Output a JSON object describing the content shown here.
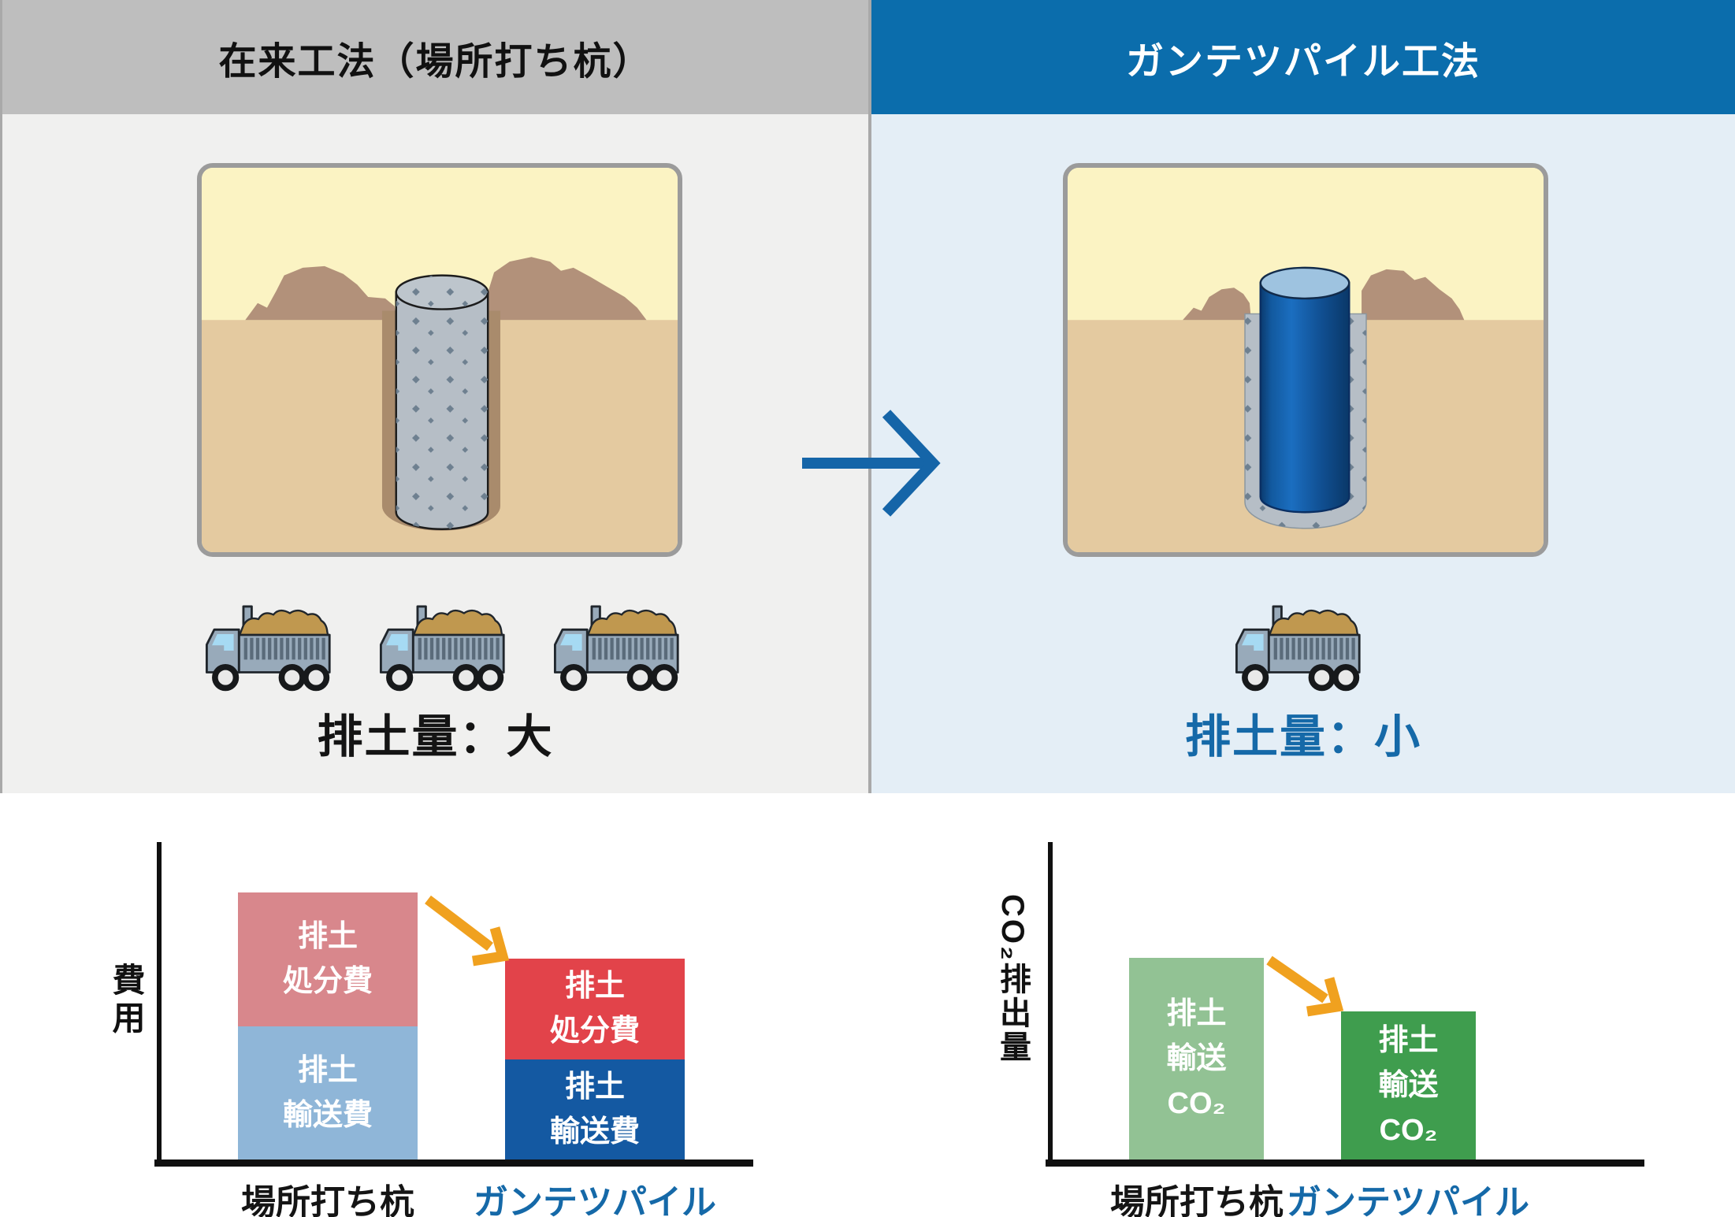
{
  "top": {
    "left": {
      "header": "在来工法（場所打ち杭）",
      "caption": "排土量：大",
      "truck_count": 3
    },
    "right": {
      "header": "ガンテツパイル工法",
      "caption": "排土量：小",
      "truck_count": 1
    }
  },
  "colors": {
    "header_left_bg": "#bebebe",
    "header_right_bg": "#0b6dac",
    "panel_left_bg": "#f0f0ef",
    "panel_right_bg": "#e4eef6",
    "accent_blue": "#1569a8",
    "transition_arrow_blue": "#1565a8",
    "decrease_arrow_orange": "#f0a11f",
    "cost_disposal_before": "#d8878c",
    "cost_transport_before": "#8fb6d8",
    "cost_disposal_after": "#e2434a",
    "cost_transport_after": "#1459a2",
    "co2_before": "#92c294",
    "co2_after": "#3f9d4e"
  },
  "chart_data": [
    {
      "type": "bar",
      "stacked": true,
      "title": "",
      "ylabel": "費用",
      "xlabel": "",
      "categories": [
        "場所打ち杭",
        "ガンテツパイル"
      ],
      "category_colors": [
        "#141414",
        "#1569a8"
      ],
      "series": [
        {
          "name": "排土処分費",
          "label": "排土\n処分費",
          "values_percent_of_axis": [
            42,
            32
          ],
          "colors": [
            "#d8878c",
            "#e2434a"
          ]
        },
        {
          "name": "排土輸送費",
          "label": "排土\n輸送費",
          "values_percent_of_axis": [
            42,
            31
          ],
          "colors": [
            "#8fb6d8",
            "#1459a2"
          ]
        }
      ],
      "axis_numeric_labels": false,
      "grid": false,
      "annotations": [
        "orange decrease arrow from first bar top to second bar top"
      ]
    },
    {
      "type": "bar",
      "stacked": false,
      "title": "",
      "ylabel": "CO₂排出量",
      "xlabel": "",
      "categories": [
        "場所打ち杭",
        "ガンテツパイル"
      ],
      "category_colors": [
        "#141414",
        "#1569a8"
      ],
      "series": [
        {
          "name": "排土輸送CO₂",
          "label": "排土\n輸送\nCO₂",
          "values_percent_of_axis": [
            63,
            46
          ],
          "colors": [
            "#92c294",
            "#3f9d4e"
          ]
        }
      ],
      "axis_numeric_labels": false,
      "grid": false,
      "annotations": [
        "orange decrease arrow from first bar top to second bar top"
      ]
    }
  ]
}
